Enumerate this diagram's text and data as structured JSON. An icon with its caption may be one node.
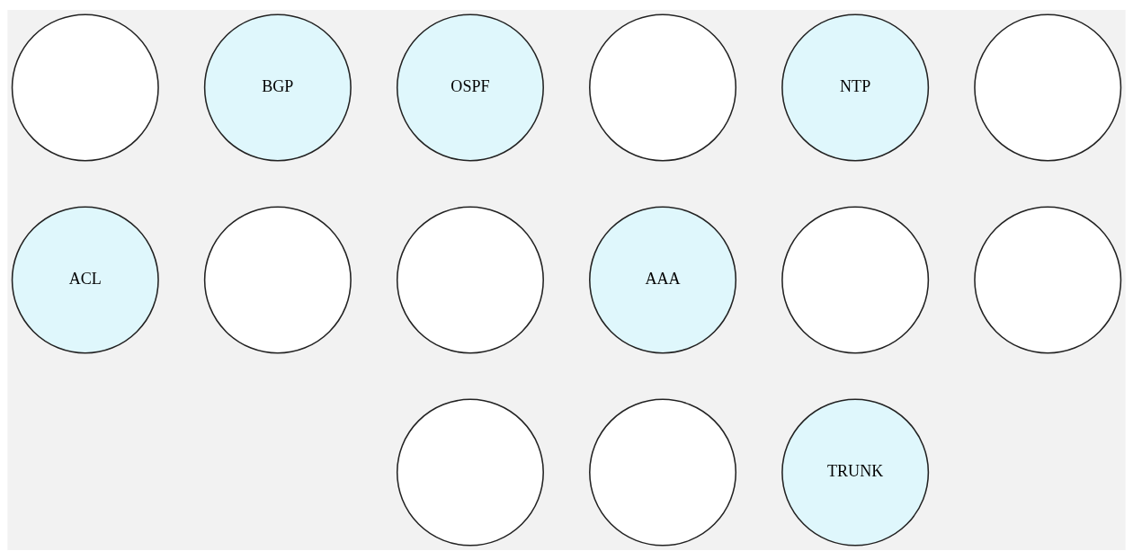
{
  "diagram": {
    "nodes": [
      {
        "text": [],
        "shape": "circle"
      },
      {
        "text": [
          "BGP"
        ]
      },
      {
        "text": [
          "OSPF"
        ]
      },
      {
        "text": [],
        "shape": "circle"
      },
      {
        "text": [
          "NTP"
        ]
      },
      {
        "text": [],
        "shape": "circle"
      },
      {
        "text": [
          "ACL"
        ]
      },
      {
        "text": [],
        "shape": "circle"
      },
      {
        "text": [],
        "shape": "circle"
      },
      {
        "text": [
          "AAA"
        ]
      },
      {
        "text": [],
        "shape": "circle"
      },
      {
        "text": [],
        "shape": "circle"
      },
      {
        "text": [],
        "shape": "circle"
      },
      {
        "text": [],
        "shape": "circle"
      },
      {
        "text": [
          "TRUNK"
        ]
      }
    ],
    "edges": []
  }
}
